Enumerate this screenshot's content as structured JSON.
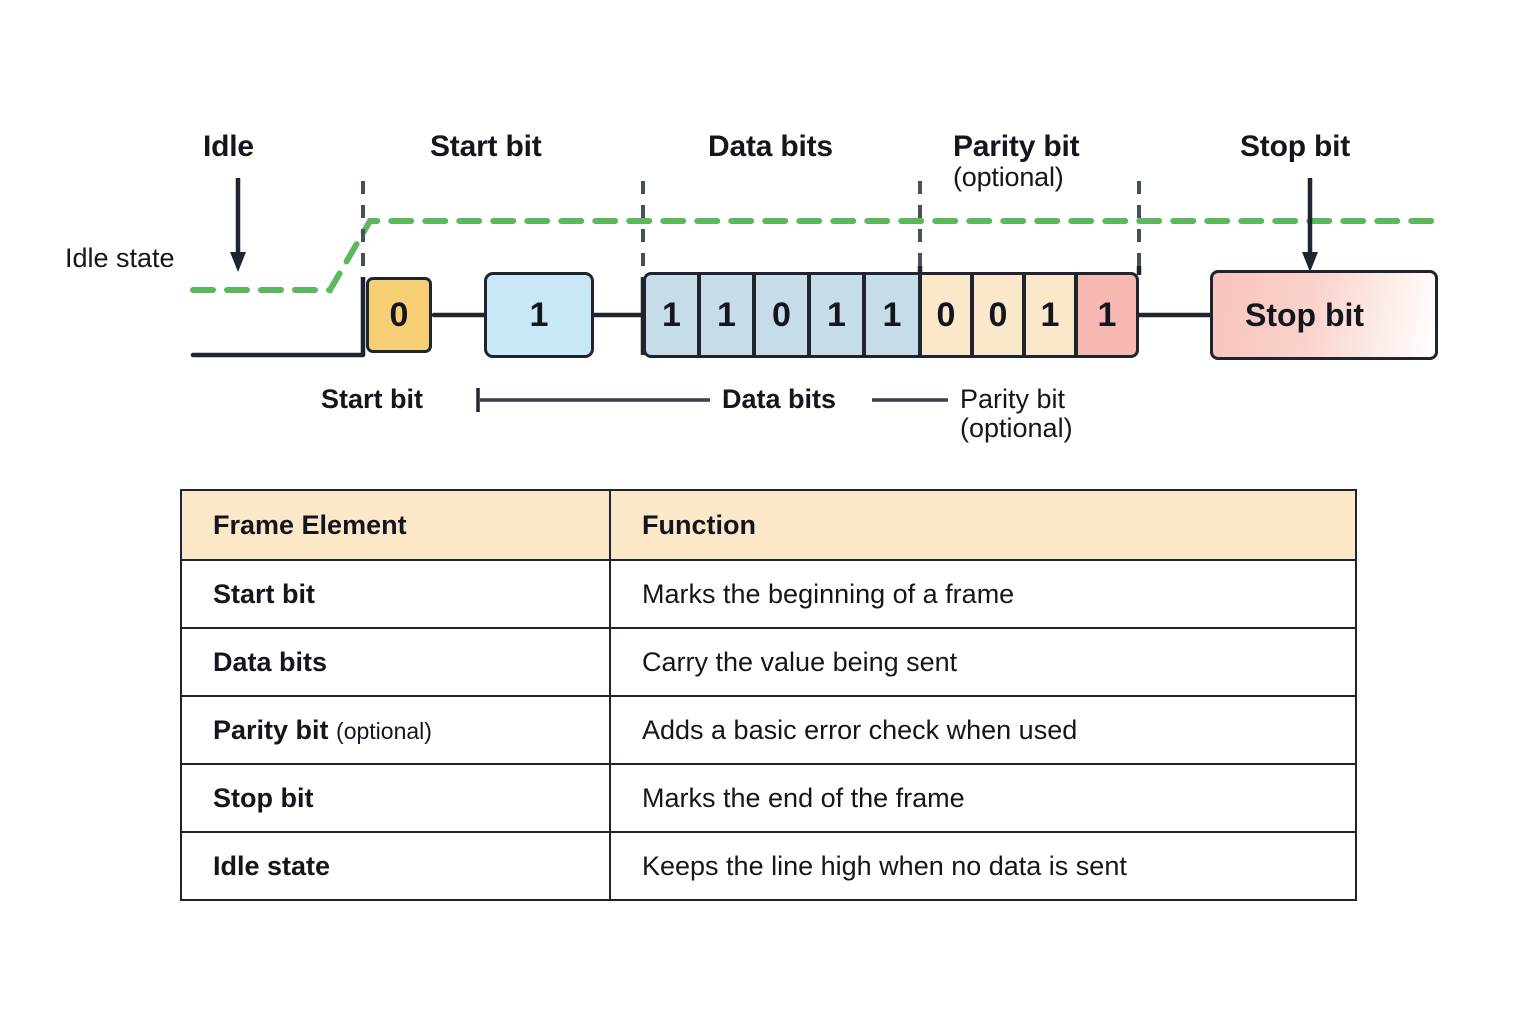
{
  "diagram": {
    "title_labels": [
      {
        "key": "idle",
        "label": "Idle",
        "sub": ""
      },
      {
        "key": "start",
        "label": "Start bit",
        "sub": ""
      },
      {
        "key": "data",
        "label": "Data bits",
        "sub": ""
      },
      {
        "key": "parity",
        "label": "Parity bit",
        "sub": "(optional)"
      },
      {
        "key": "stop",
        "label": "Stop bit",
        "sub": ""
      }
    ],
    "idle_state_label": "Idle state",
    "start_cell": {
      "value": "0",
      "color": "#f6cf74"
    },
    "single_cell": {
      "value": "1",
      "color": "#c8e8f7"
    },
    "data_bits": [
      "1",
      "1",
      "0",
      "1",
      "1"
    ],
    "parity_group_bits": [
      "0",
      "0",
      "1"
    ],
    "parity_bit": "1",
    "data_color": "#c6dce9",
    "parity_fill_color": "#fbe8ca",
    "parity_bit_color": "#f7b9b1",
    "stop_block_label": "Stop bit",
    "stop_color": "#f8c3bb",
    "idle_line_color": "#5cb85c",
    "line_color": "#1f2430",
    "bottom_labels": {
      "start": "Start bit",
      "data": "Data bits",
      "parity": "Parity bit",
      "parity_sub": "(optional)"
    }
  },
  "table": {
    "headers": [
      "Frame Element",
      "Function"
    ],
    "rows": [
      {
        "element": "Start bit",
        "optional": "",
        "function": "Marks the beginning of a frame"
      },
      {
        "element": "Data bits",
        "optional": "",
        "function": "Carry the value being sent"
      },
      {
        "element": "Parity bit",
        "optional": "(optional)",
        "function": "Adds a basic error check when used"
      },
      {
        "element": "Stop bit",
        "optional": "",
        "function": "Marks the end of the frame"
      },
      {
        "element": "Idle state",
        "optional": "",
        "function": "Keeps the line high when no data is sent"
      }
    ]
  }
}
